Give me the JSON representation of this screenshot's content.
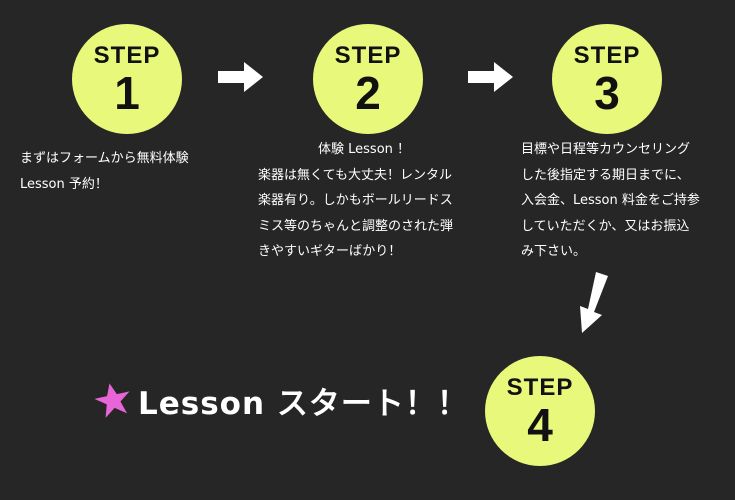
{
  "steps": [
    {
      "label": "STEP",
      "number": "1"
    },
    {
      "label": "STEP",
      "number": "2"
    },
    {
      "label": "STEP",
      "number": "3"
    },
    {
      "label": "STEP",
      "number": "4"
    }
  ],
  "step1_desc": [
    "まずはフォームから無料体験",
    "Lesson 予約！"
  ],
  "step2_desc": [
    "体験 Lesson ！",
    "楽器は無くても大丈夫！レンタル",
    "楽器有り。しかもボールリードス",
    "ミス等のちゃんと調整のされた弾",
    "きやすいギターばかり！"
  ],
  "step3_desc": [
    "目標や日程等カウンセリング",
    "した後指定する期日までに、",
    "入会金、Lesson 料金をご持参",
    "していただくか、又はお振込",
    "み下さい。"
  ],
  "start_text": "Lesson スタート！！",
  "colors": {
    "background": "#262626",
    "circle": "#e8f87a",
    "star": "#e865d8",
    "arrow": "#ffffff"
  },
  "icons": {
    "arrow": "arrow-right-icon",
    "arrow_down": "arrow-down-left-icon",
    "star": "star-icon"
  }
}
